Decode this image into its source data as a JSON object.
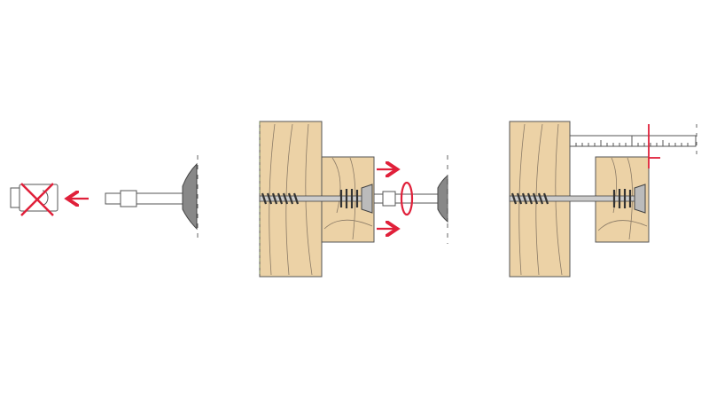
{
  "colors": {
    "wood": "#ecd2a6",
    "grain": "#8a7a66",
    "outline": "#555555",
    "steel": "#d9d9d9",
    "accent_red": "#e0203a"
  },
  "steps": [
    {
      "id": "remove-depth-stop",
      "icons": [
        "socket-crossed-icon",
        "arrow-left-icon",
        "driver-bit-icon"
      ]
    },
    {
      "id": "pull-boards-together",
      "icons": [
        "wood-block-icon",
        "screw-icon",
        "arrow-right-icon",
        "rotate-icon",
        "driver-bit-icon"
      ]
    },
    {
      "id": "measure-result",
      "icons": [
        "wood-block-icon",
        "screw-icon",
        "ruler-icon",
        "measure-mark-icon"
      ]
    }
  ]
}
